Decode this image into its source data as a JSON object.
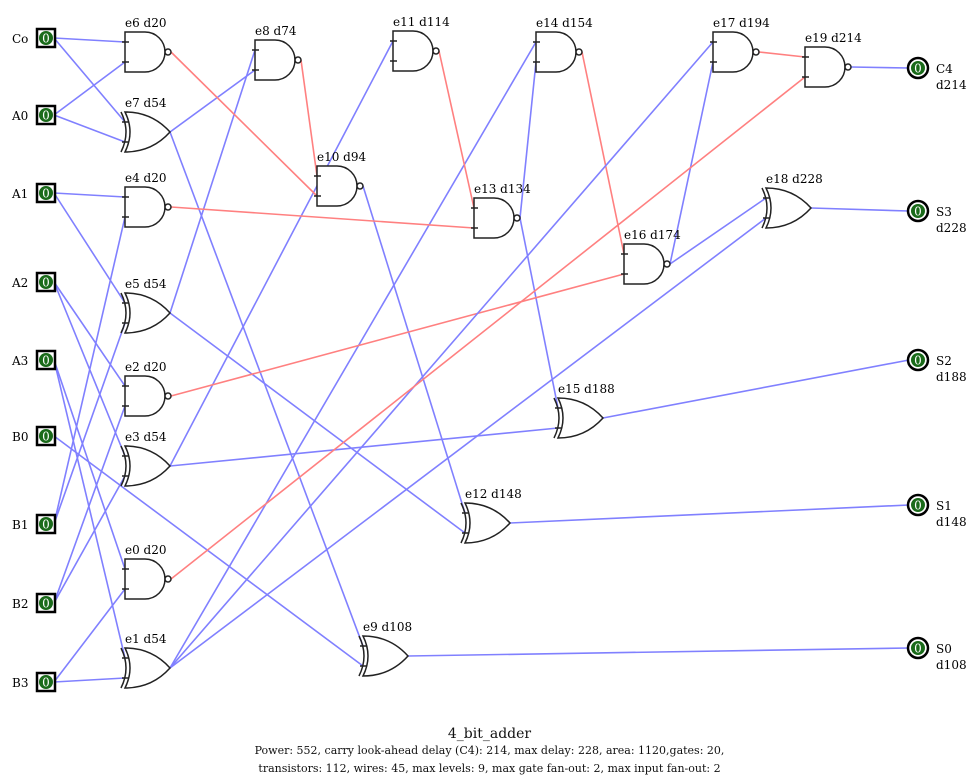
{
  "title": "4_bit_adder",
  "stats_line1": "Power: 552, carry look-ahead delay (C4): 214, max delay: 228, area: 1120,gates: 20,",
  "stats_line2": "transistors: 112, wires: 45, max levels: 9, max  gate fan-out: 2, max input fan-out: 2",
  "colors": {
    "wire": "#8080ff",
    "critical_wire": "#ff8080",
    "io_fill": "#1a6b1a"
  },
  "inputs": [
    {
      "name": "Co",
      "value": "0"
    },
    {
      "name": "A0",
      "value": "0"
    },
    {
      "name": "A1",
      "value": "0"
    },
    {
      "name": "A2",
      "value": "0"
    },
    {
      "name": "A3",
      "value": "0"
    },
    {
      "name": "B0",
      "value": "0"
    },
    {
      "name": "B1",
      "value": "0"
    },
    {
      "name": "B2",
      "value": "0"
    },
    {
      "name": "B3",
      "value": "0"
    }
  ],
  "outputs": [
    {
      "name": "C4",
      "delay": "d214",
      "value": "0"
    },
    {
      "name": "S3",
      "delay": "d228",
      "value": "0"
    },
    {
      "name": "S2",
      "delay": "d188",
      "value": "0"
    },
    {
      "name": "S1",
      "delay": "d148",
      "value": "0"
    },
    {
      "name": "S0",
      "delay": "d108",
      "value": "0"
    }
  ],
  "gates": [
    {
      "id": "e0",
      "type": "nand",
      "label": "e0 d20"
    },
    {
      "id": "e1",
      "type": "xor",
      "label": "e1 d54"
    },
    {
      "id": "e2",
      "type": "nand",
      "label": "e2 d20"
    },
    {
      "id": "e3",
      "type": "xor",
      "label": "e3 d54"
    },
    {
      "id": "e4",
      "type": "nand",
      "label": "e4 d20"
    },
    {
      "id": "e5",
      "type": "xor",
      "label": "e5 d54"
    },
    {
      "id": "e6",
      "type": "nand",
      "label": "e6 d20"
    },
    {
      "id": "e7",
      "type": "xor",
      "label": "e7 d54"
    },
    {
      "id": "e8",
      "type": "nand",
      "label": "e8 d74"
    },
    {
      "id": "e9",
      "type": "xor",
      "label": "e9 d108"
    },
    {
      "id": "e10",
      "type": "nand",
      "label": "e10 d94"
    },
    {
      "id": "e11",
      "type": "nand",
      "label": "e11 d114"
    },
    {
      "id": "e12",
      "type": "xor",
      "label": "e12 d148"
    },
    {
      "id": "e13",
      "type": "nand",
      "label": "e13 d134"
    },
    {
      "id": "e14",
      "type": "nand",
      "label": "e14 d154"
    },
    {
      "id": "e15",
      "type": "xor",
      "label": "e15 d188"
    },
    {
      "id": "e16",
      "type": "nand",
      "label": "e16 d174"
    },
    {
      "id": "e17",
      "type": "nand",
      "label": "e17 d194"
    },
    {
      "id": "e18",
      "type": "xor",
      "label": "e18 d228"
    },
    {
      "id": "e19",
      "type": "nand",
      "label": "e19 d214"
    }
  ]
}
